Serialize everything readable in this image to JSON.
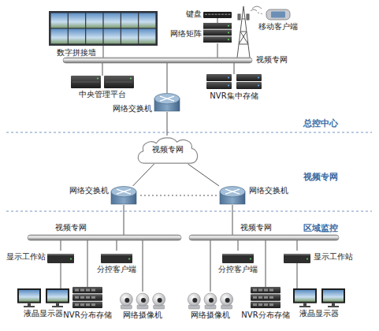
{
  "diagram": {
    "nodes": [
      {
        "text": [
          "数字拼接墙"
        ]
      },
      {
        "text": [
          "键盘"
        ]
      },
      {
        "text": [
          "网络矩阵"
        ]
      },
      {
        "text": [
          "移动客户端"
        ]
      },
      {
        "text": [
          "视频专网"
        ]
      },
      {
        "text": [
          "中央管理平台"
        ]
      },
      {
        "text": [
          "NVR集中存储"
        ]
      },
      {
        "text": [
          "网络交换机"
        ]
      },
      {
        "text": [
          "视频专网"
        ]
      },
      {
        "text": [
          "网络交换机"
        ]
      },
      {
        "text": [
          "网络交换机"
        ]
      },
      {
        "text": [
          "视频专网"
        ]
      },
      {
        "text": [
          "视频专网"
        ]
      },
      {
        "text": [
          "显示工作站"
        ]
      },
      {
        "text": [
          "分控客户端"
        ]
      },
      {
        "text": [
          "液晶显示器"
        ]
      },
      {
        "text": [
          "NVR分布存储"
        ]
      },
      {
        "text": [
          "网络摄像机"
        ]
      },
      {
        "text": [
          "网络摄像机"
        ]
      },
      {
        "text": [
          "分控客户端"
        ]
      },
      {
        "text": [
          "NVR分布存储"
        ]
      },
      {
        "text": [
          "显示工作站"
        ]
      },
      {
        "text": [
          "液晶显示器"
        ]
      }
    ],
    "edges": [
      {
        "from": 0,
        "to": 4,
        "arrow": "none"
      },
      {
        "from": 1,
        "to": 2,
        "arrow": "none"
      },
      {
        "from": 2,
        "to": 4,
        "arrow": "none"
      },
      {
        "from": 4,
        "to": 5,
        "arrow": "none"
      },
      {
        "from": 4,
        "to": 6,
        "arrow": "none"
      },
      {
        "from": 4,
        "to": 7,
        "arrow": "none"
      },
      {
        "from": 7,
        "to": 8,
        "arrow": "none"
      },
      {
        "from": 8,
        "to": 9,
        "arrow": "none"
      },
      {
        "from": 8,
        "to": 10,
        "arrow": "none"
      },
      {
        "from": 9,
        "to": 11,
        "arrow": "none"
      },
      {
        "from": 10,
        "to": 12,
        "arrow": "none"
      },
      {
        "from": 11,
        "to": 13,
        "arrow": "none"
      },
      {
        "from": 11,
        "to": 14,
        "arrow": "none"
      },
      {
        "from": 11,
        "to": 16,
        "arrow": "none"
      },
      {
        "from": 11,
        "to": 17,
        "arrow": "none"
      },
      {
        "from": 13,
        "to": 15,
        "arrow": "none"
      },
      {
        "from": 12,
        "to": 18,
        "arrow": "none"
      },
      {
        "from": 12,
        "to": 19,
        "arrow": "none"
      },
      {
        "from": 12,
        "to": 20,
        "arrow": "none"
      },
      {
        "from": 12,
        "to": 21,
        "arrow": "none"
      },
      {
        "from": 21,
        "to": 22,
        "arrow": "none"
      }
    ],
    "labels": [
      "总控中心",
      "视频专网",
      "区域监控"
    ]
  }
}
